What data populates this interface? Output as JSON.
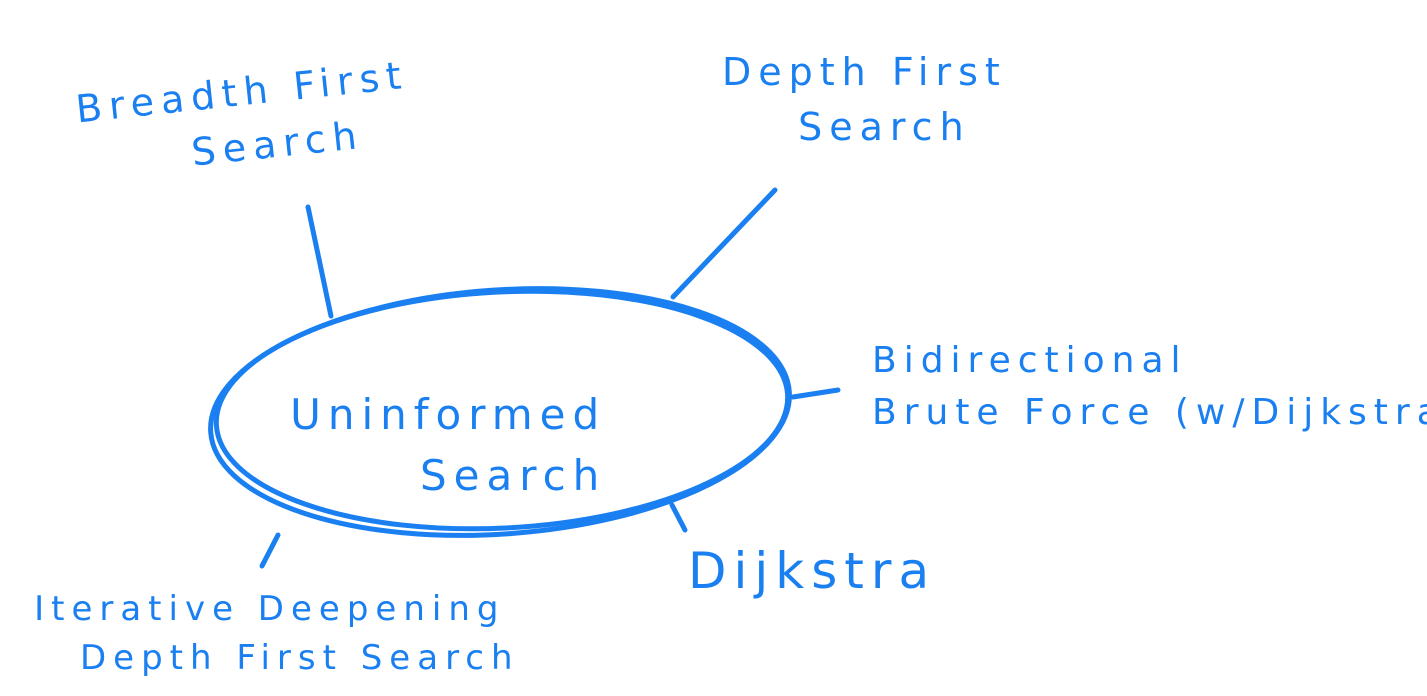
{
  "stroke_color": "#1a7ff0",
  "center": {
    "line1": "Uninformed",
    "line2": "Search"
  },
  "nodes": [
    {
      "line1": "Breadth First",
      "line2": "Search"
    },
    {
      "line1": "Depth First",
      "line2": "Search"
    },
    {
      "line1": "Bidirectional",
      "line2": "Brute Force (w/Dijkstra)"
    },
    {
      "line1": "Dijkstra",
      "line2": ""
    },
    {
      "line1": "Iterative Deepening",
      "line2": "Depth First Search"
    }
  ]
}
